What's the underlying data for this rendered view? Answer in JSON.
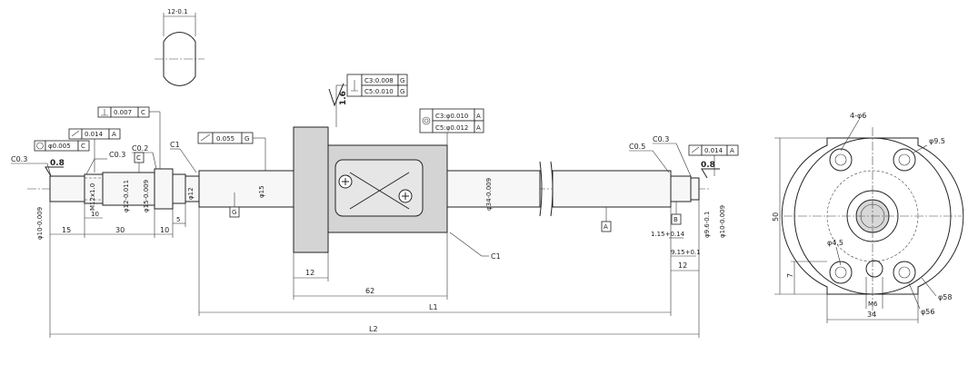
{
  "flat_tol": "12-0.1",
  "fcf": {
    "concentric_c": {
      "value": "φ0.005",
      "datum": "C"
    },
    "runout_a_left": {
      "value": "0.014",
      "datum": "A"
    },
    "perp_c": {
      "value": "0.007",
      "datum": "C"
    },
    "runout_g": {
      "value": "0.055",
      "datum": "G"
    },
    "perp_g": {
      "line1": "C3:0.008",
      "line2": "C5:0.010",
      "datum": "G"
    },
    "conc_a": {
      "line1": "C3:φ0.010",
      "line2": "C5:φ0.012",
      "datum": "A"
    },
    "runout_a_right": {
      "value": "0.014",
      "datum": "A"
    }
  },
  "roughness": {
    "left": "0.8",
    "right": "0.8",
    "nut": "1.6"
  },
  "chamfers": {
    "c03_left": "C0.3",
    "c03_mid": "C0.3",
    "c02": "C0.2",
    "c1_left": "C1",
    "c05": "C0.5",
    "c03_right": "C0.3",
    "c1_nut": "C1"
  },
  "datums": {
    "c": "C",
    "g": "G",
    "a": "A",
    "b": "B"
  },
  "vertical_dims": {
    "d10h": "φ10-0.009",
    "m12": "M12x1.0",
    "d12": "φ12-0.011",
    "d15a": "φ15-0.009",
    "d12b": "φ12",
    "d15": "φ15",
    "d34": "φ34-0.009",
    "d96": "φ9.6-0.1",
    "d10r": "φ10-0.009"
  },
  "dims": {
    "d15": "15",
    "d30": "30",
    "d10a": "10",
    "d10b": "10",
    "d5": "5",
    "d12nut": "12",
    "d62": "62",
    "l1": "L1",
    "l2": "L2",
    "d12r": "12",
    "d115": "1.15+0.14",
    "d915": "9.15+0.1"
  },
  "flange": {
    "holes": "4-φ6",
    "d95": "φ9.5",
    "d45": "φ4.5",
    "h50": "50",
    "h7": "7",
    "m6": "M6",
    "w34": "34",
    "d56": "φ56",
    "d58": "φ58"
  }
}
